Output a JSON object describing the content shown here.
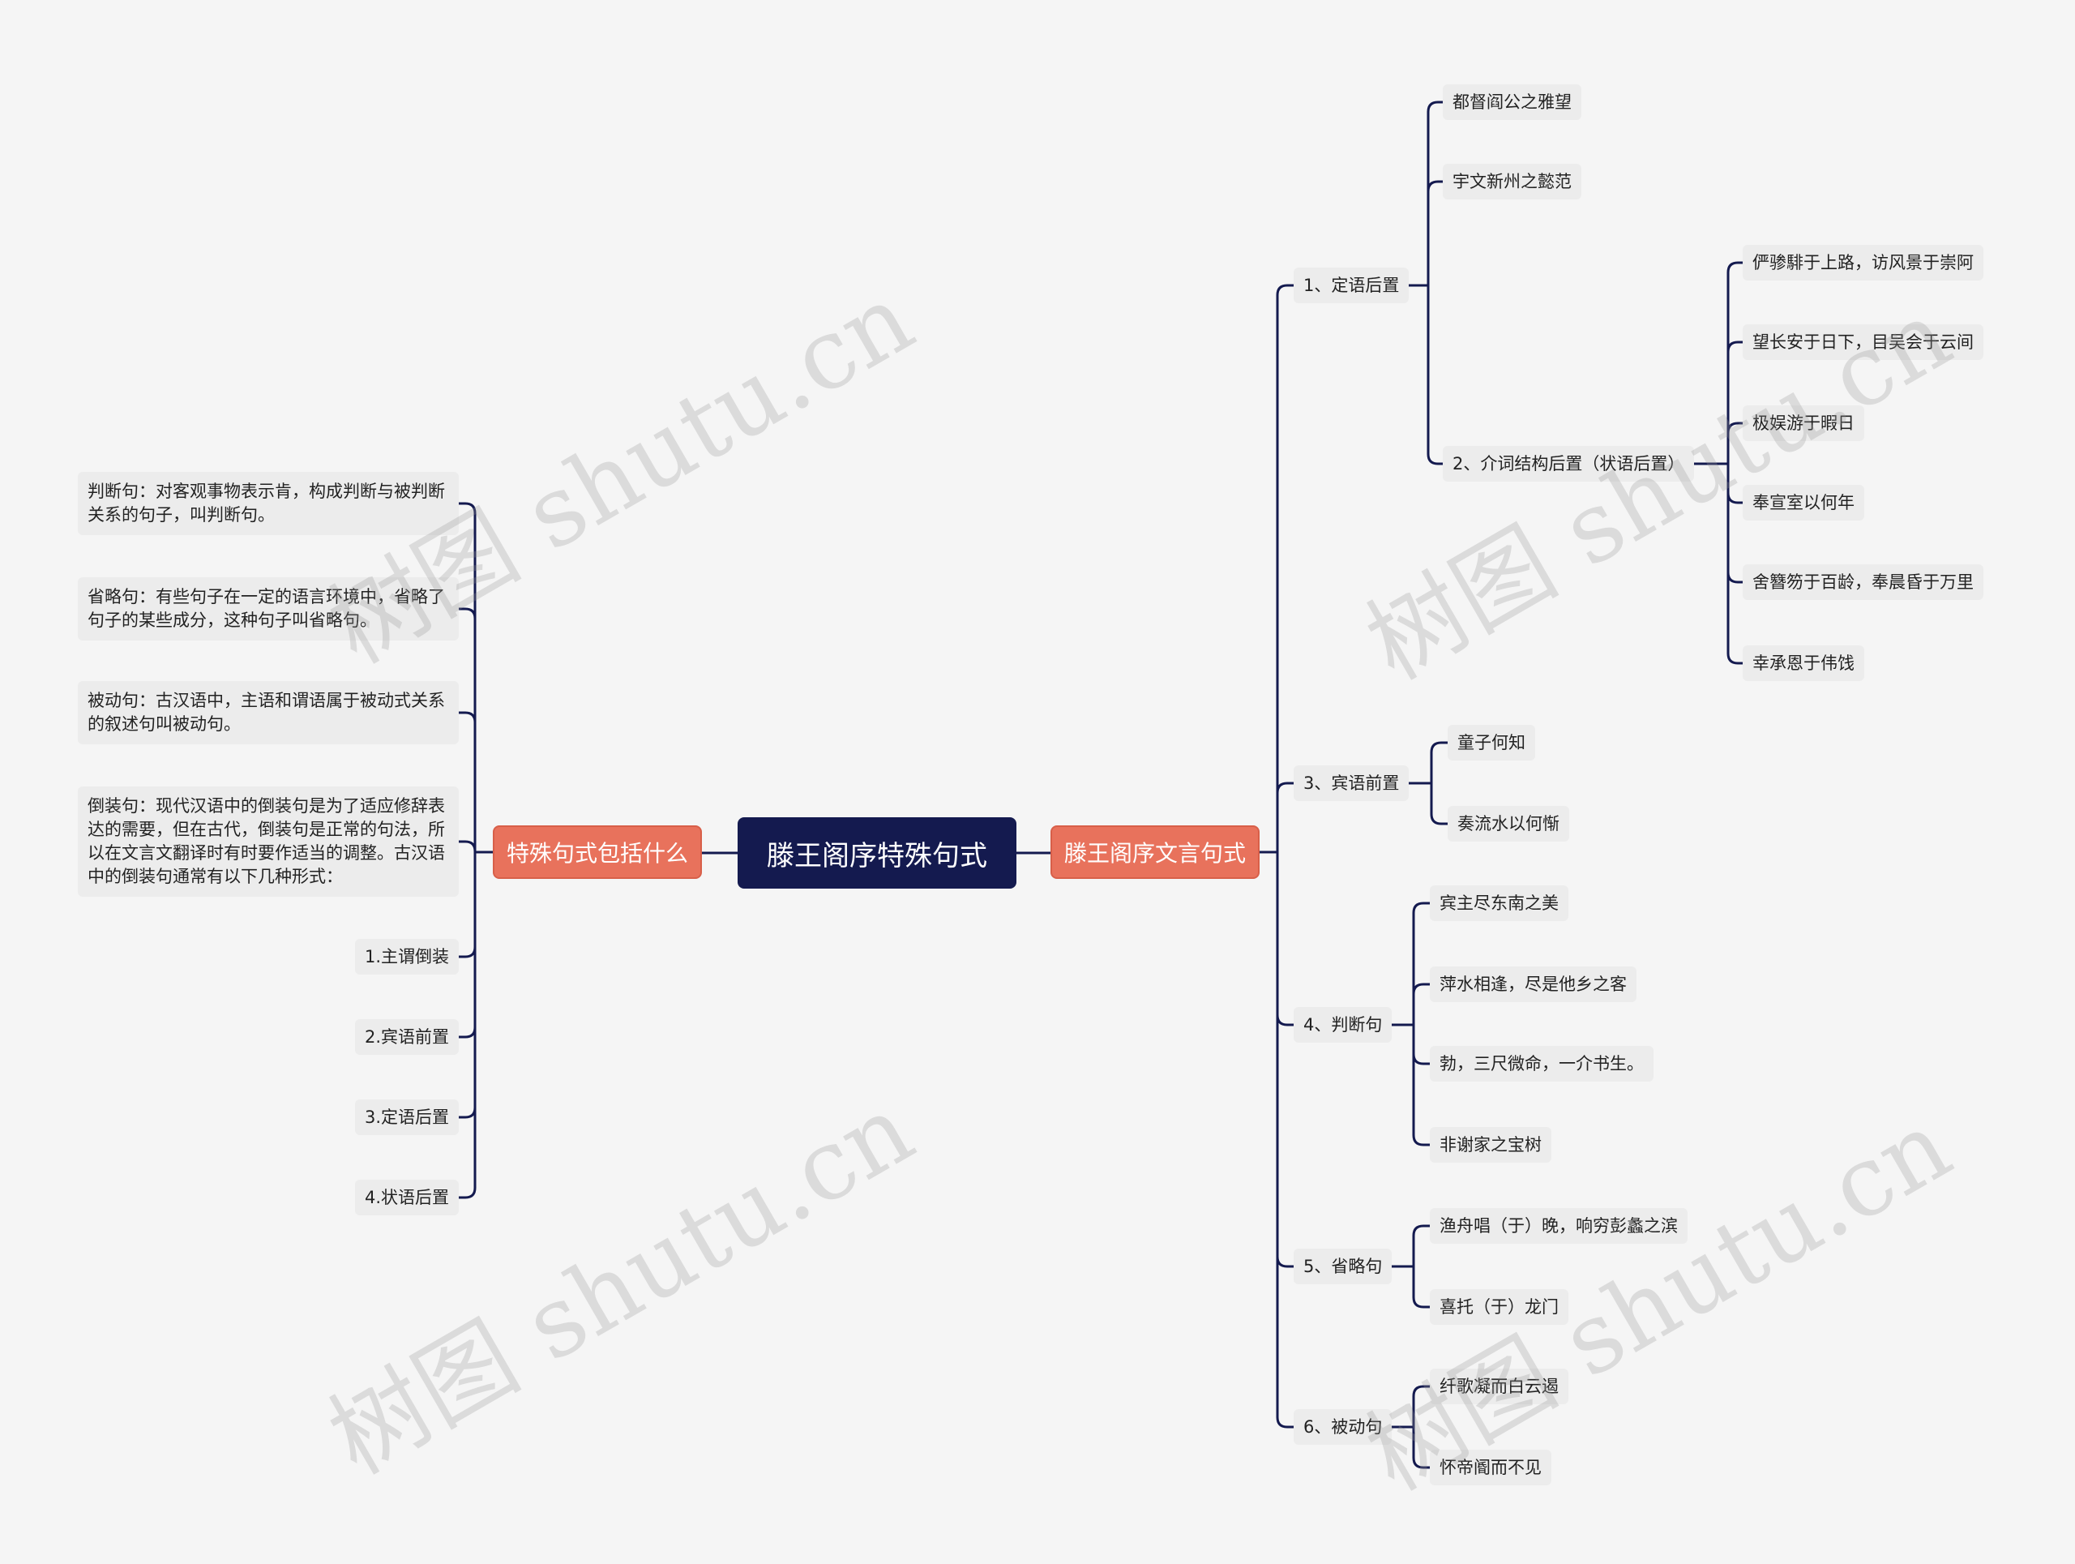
{
  "root": {
    "label": "滕王阁序特殊句式"
  },
  "left_branch": {
    "label": "特殊句式包括什么",
    "items": [
      "判断句：对客观事物表示肯，构成判断与被判断关系的句子，叫判断句。",
      "省略句：有些句子在一定的语言环境中，省略了句子的某些成分，这种句子叫省略句。",
      "被动句：古汉语中，主语和谓语属于被动式关系的叙述句叫被动句。",
      "倒装句：现代汉语中的倒装句是为了适应修辞表达的需要，但在古代，倒装句是正常的句法，所以在文言文翻译时有时要作适当的调整。古汉语中的倒装句通常有以下几种形式：",
      "1.主谓倒装",
      "2.宾语前置",
      "3.定语后置",
      "4.状语后置"
    ]
  },
  "right_branch": {
    "label": "滕王阁序文言句式",
    "groups": [
      {
        "label": "1、定语后置",
        "children": [
          {
            "label": "都督阎公之雅望"
          },
          {
            "label": "宇文新州之懿范"
          },
          {
            "label": "2、介词结构后置（状语后置）",
            "children": [
              "俨骖騑于上路，访风景于崇阿",
              "望长安于日下，目吴会于云间",
              "极娱游于暇日",
              "奉宣室以何年",
              "舍簪笏于百龄，奉晨昏于万里",
              "幸承恩于伟饯"
            ]
          }
        ]
      },
      {
        "label": "3、宾语前置",
        "children": [
          "童子何知",
          "奏流水以何惭"
        ]
      },
      {
        "label": "4、判断句",
        "children": [
          "宾主尽东南之美",
          "萍水相逢，尽是他乡之客",
          "勃，三尺微命，一介书生。",
          "非谢家之宝树"
        ]
      },
      {
        "label": "5、省略句",
        "children": [
          "渔舟唱（于）晚，响穷彭蠡之滨",
          "喜托（于）龙门"
        ]
      },
      {
        "label": "6、被动句",
        "children": [
          "纤歌凝而白云遏",
          "怀帝阍而不见"
        ]
      }
    ]
  },
  "watermark": {
    "text": "树图 shutu.cn"
  },
  "colors": {
    "root_bg": "#141a4f",
    "branch_bg": "#e8725c",
    "line": "#141a4f",
    "leaf_bg": "#ececec",
    "background": "#f5f5f5"
  }
}
